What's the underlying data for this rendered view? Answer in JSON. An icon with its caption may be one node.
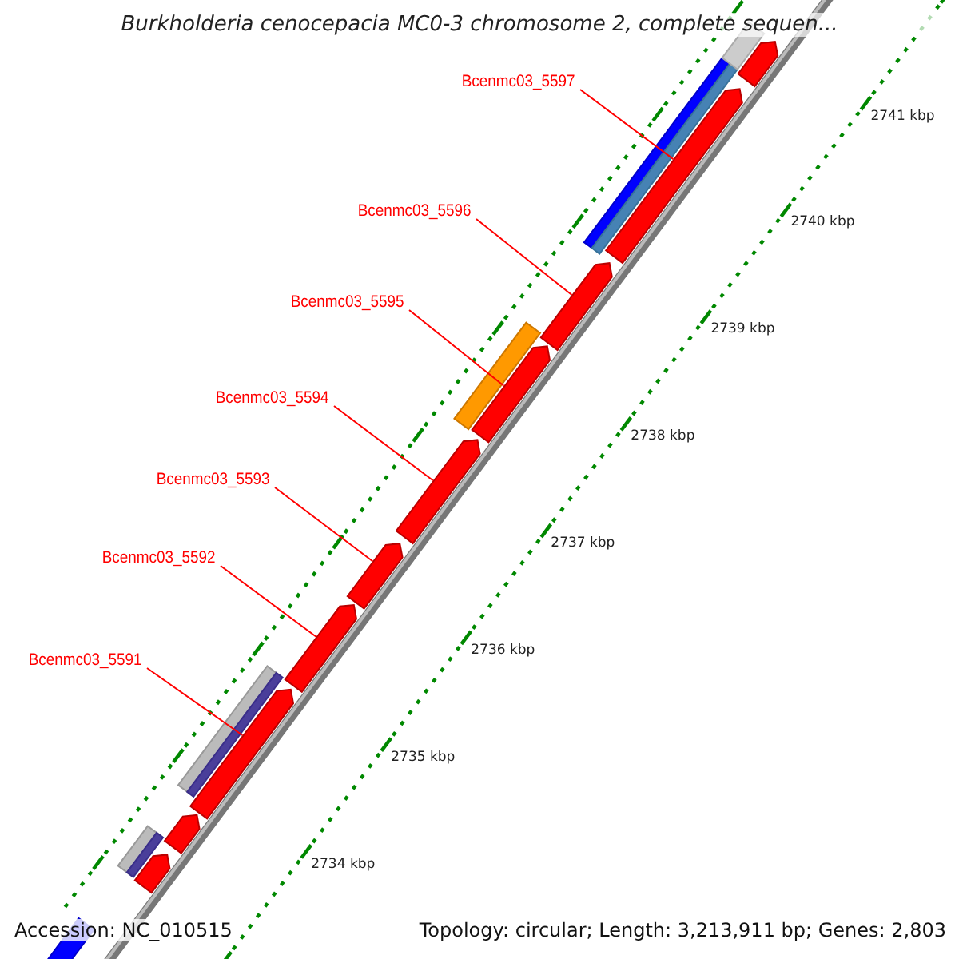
{
  "diagram": {
    "title": "Burkholderia cenocepacia MC0-3 chromosome 2, complete sequen...",
    "nodes": [
      {
        "text": [
          "Bcenmc03_5597"
        ]
      },
      {
        "text": [
          "Bcenmc03_5596"
        ]
      },
      {
        "text": [
          "Bcenmc03_5595"
        ]
      },
      {
        "text": [
          "Bcenmc03_5594"
        ]
      },
      {
        "text": [
          "Bcenmc03_5593"
        ]
      },
      {
        "text": [
          "Bcenmc03_5592"
        ]
      },
      {
        "text": [
          "Bcenmc03_5591"
        ]
      },
      {
        "text": [],
        "shape": "bar"
      },
      {
        "text": [],
        "shape": "bar"
      },
      {
        "text": [],
        "shape": "bar"
      },
      {
        "text": [],
        "shape": "bar"
      },
      {
        "text": [],
        "shape": "bar"
      },
      {
        "text": [],
        "shape": "bar"
      },
      {
        "text": [],
        "shape": "bar"
      },
      {
        "text": [],
        "shape": "bar"
      },
      {
        "text": [],
        "shape": "bar"
      },
      {
        "text": [],
        "shape": "bar"
      }
    ],
    "edges": [
      {
        "from": 0,
        "to": 8,
        "arrow": "none"
      },
      {
        "from": 1,
        "to": 9,
        "arrow": "none"
      },
      {
        "from": 2,
        "to": 10,
        "arrow": "none"
      },
      {
        "from": 3,
        "to": 11,
        "arrow": "none"
      },
      {
        "from": 4,
        "to": 12,
        "arrow": "none"
      },
      {
        "from": 5,
        "to": 13,
        "arrow": "none"
      },
      {
        "from": 6,
        "to": 14,
        "arrow": "none"
      }
    ],
    "labels": [
      "2741 kbp",
      "2740 kbp",
      "2739 kbp",
      "2738 kbp",
      "2737 kbp",
      "2736 kbp",
      "2735 kbp",
      "2734 kbp",
      "Accession: NC_010515",
      "Topology: circular; Length: 3,213,911 bp; Genes: 2,803"
    ]
  }
}
